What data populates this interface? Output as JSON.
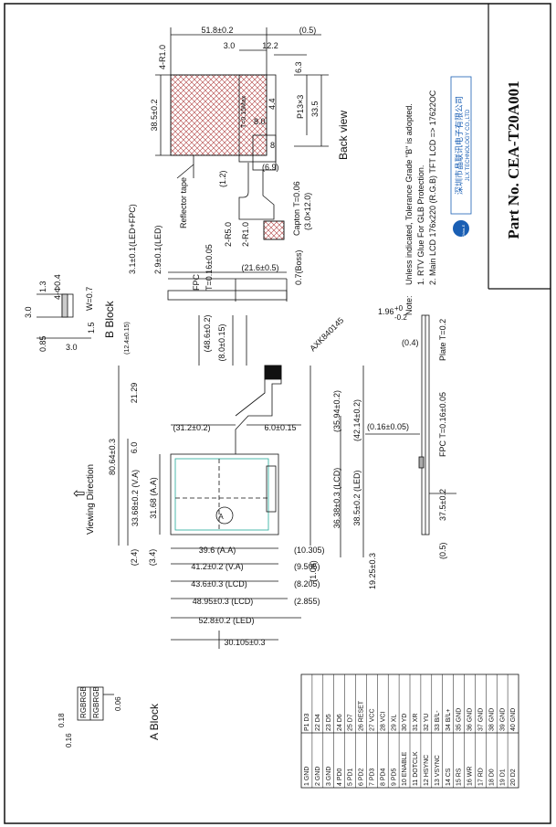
{
  "title_block": {
    "part_no": "Part No. CEA-T20A001",
    "company_cn": "深圳市晶联讯电子有限公司",
    "company_en": "JLX TECHNOLOGY CO.,LTD",
    "brand": "China-E",
    "note_title": "Note:",
    "notes": [
      "Unless indicated, Tolerance Grade \"B\" is adopted.",
      "1. RTV Glue For GLB Protection.",
      "2. Main LCD 176x220 (R.G.B) TFT LCD => 17622OC"
    ]
  },
  "views": {
    "back_view": "Back view",
    "b_block": "B Block",
    "a_block": "A Block",
    "viewing_direction": "Viewing Direction",
    "reflector_tape": "Reflector tape",
    "circle_a": "A"
  },
  "dims": {
    "d_51_8": "51.8±0.2",
    "d_0_5": "(0.5)",
    "d_3_0": "3.0",
    "d_12_2": "12.2",
    "d_4_r1": "4-R1.0",
    "d_6_3": "6.3",
    "d_38_5": "38.5±0.2",
    "d_t01": "T=0.15Max",
    "d_4_4": "4.4",
    "d_8_0": "8.0",
    "d_p13": "P13×3",
    "d_33_5": "33.5",
    "d_1_2": "(1.2)",
    "d_6_9": "(6.9)",
    "d_8": "8",
    "d_2_r50": "2-R5.0",
    "d_2_r10": "2-R1.0",
    "d_capton": "Capton T=0.06",
    "d_3x12": "(3.0×12.0)",
    "d_0_7": "0.7(Boss)",
    "d_fpc": "FPC",
    "d_fpc_t": "T=0.16±0.05",
    "d_21_6": "(21.6±0.5)",
    "d_2_9": "2.9±0.1(LED)",
    "d_3_1": "3.1±0.1(LED+FPC)",
    "d_3_0b": "3.0",
    "d_1_3": "1.3",
    "d_4_04": "4-Φ0.4",
    "d_w07": "W=0.7",
    "d_0_85": "0.85",
    "d_1_5": "1.5",
    "d_3_0c": "3.0",
    "d_48_6": "(48.6±0.2)",
    "d_8_015": "(8.0±0.15)",
    "d_12_4": "(12.4±0.15)",
    "d_axk": "AXK840145",
    "d_21_29": "21.29",
    "d_31_2": "(31.2±0.2)",
    "d_6_015": "6.0±0.15",
    "d_80_64": "80.64±0.3",
    "d_6_0": "6.0",
    "d_35_94": "(35.94±0.2)",
    "d_42_14": "(42.14±0.2)",
    "d_33_68": "33.68±0.2 (V.A)",
    "d_31_68": "31.68 (A.A)",
    "d_36_38": "36.38±0.3 (LCD)",
    "d_38_5l": "38.5±0.2 (LED)",
    "d_2_4": "(2.4)",
    "d_3_4": "(3.4)",
    "d_39_6": "39.6 (A.A)",
    "d_41_2": "41.2±0.2 (V.A)",
    "d_43_6": "43.6±0.3 (LCD)",
    "d_48_95": "48.95±0.3 (LCD)",
    "d_52_8": "52.8±0.2 (LED)",
    "d_30_105": "30.105±0.3",
    "d_10_305": "(10.305)",
    "d_9_505": "(9.505)",
    "d_8_205": "(8.205)",
    "d_2_855": "(2.855)",
    "d_1_06": "(1.06)",
    "d_19_25": "19.25±0.3",
    "d_1_96": "1.96",
    "d_tol_p": "+0",
    "d_tol_m": "-0.2",
    "d_0_4": "(0.4)",
    "d_plate": "Plate T=0.2",
    "d_0_16": "(0.16±0.05)",
    "d_fpc2": "FPC T=0.16±0.05",
    "d_37_5": "37.5±0.2",
    "d_0_5b": "(0.5)",
    "d_0_18": "0.18",
    "d_0_06": "0.06",
    "d_0_16b": "0.16",
    "rgb": "RGBRGB"
  },
  "pins": [
    {
      "n": "1",
      "s": "GND"
    },
    {
      "n": "2",
      "s": "GND"
    },
    {
      "n": "3",
      "s": "GND"
    },
    {
      "n": "4",
      "s": "PD0"
    },
    {
      "n": "5",
      "s": "PD1"
    },
    {
      "n": "6",
      "s": "PD2"
    },
    {
      "n": "7",
      "s": "PD3"
    },
    {
      "n": "8",
      "s": "PD4"
    },
    {
      "n": "9",
      "s": "PD5"
    },
    {
      "n": "10",
      "s": "ENABLE"
    },
    {
      "n": "11",
      "s": "DOTCLK"
    },
    {
      "n": "12",
      "s": "HSYNC"
    },
    {
      "n": "13",
      "s": "VSYNC"
    },
    {
      "n": "14",
      "s": "CS"
    },
    {
      "n": "15",
      "s": "RS"
    },
    {
      "n": "16",
      "s": "WR"
    },
    {
      "n": "17",
      "s": "RD"
    },
    {
      "n": "18",
      "s": "D0"
    },
    {
      "n": "19",
      "s": "D1"
    },
    {
      "n": "20",
      "s": "D2"
    },
    {
      "n": "P1",
      "s": "D3"
    },
    {
      "n": "22",
      "s": "D4"
    },
    {
      "n": "23",
      "s": "D5"
    },
    {
      "n": "24",
      "s": "D6"
    },
    {
      "n": "25",
      "s": "D7"
    },
    {
      "n": "26",
      "s": "RESET"
    },
    {
      "n": "27",
      "s": "VCC"
    },
    {
      "n": "28",
      "s": "VCI"
    },
    {
      "n": "29",
      "s": "XL"
    },
    {
      "n": "30",
      "s": "YD"
    },
    {
      "n": "31",
      "s": "XR"
    },
    {
      "n": "32",
      "s": "YU"
    },
    {
      "n": "33",
      "s": "B/L-"
    },
    {
      "n": "34",
      "s": "B/L+"
    },
    {
      "n": "35",
      "s": "GND"
    },
    {
      "n": "36",
      "s": "GND"
    },
    {
      "n": "37",
      "s": "GND"
    },
    {
      "n": "38",
      "s": "GND"
    },
    {
      "n": "39",
      "s": "GND"
    },
    {
      "n": "40",
      "s": "GND"
    }
  ],
  "colors": {
    "line": "#111111",
    "logo_blue": "#1a5fb4",
    "hatch": "#b04040"
  }
}
